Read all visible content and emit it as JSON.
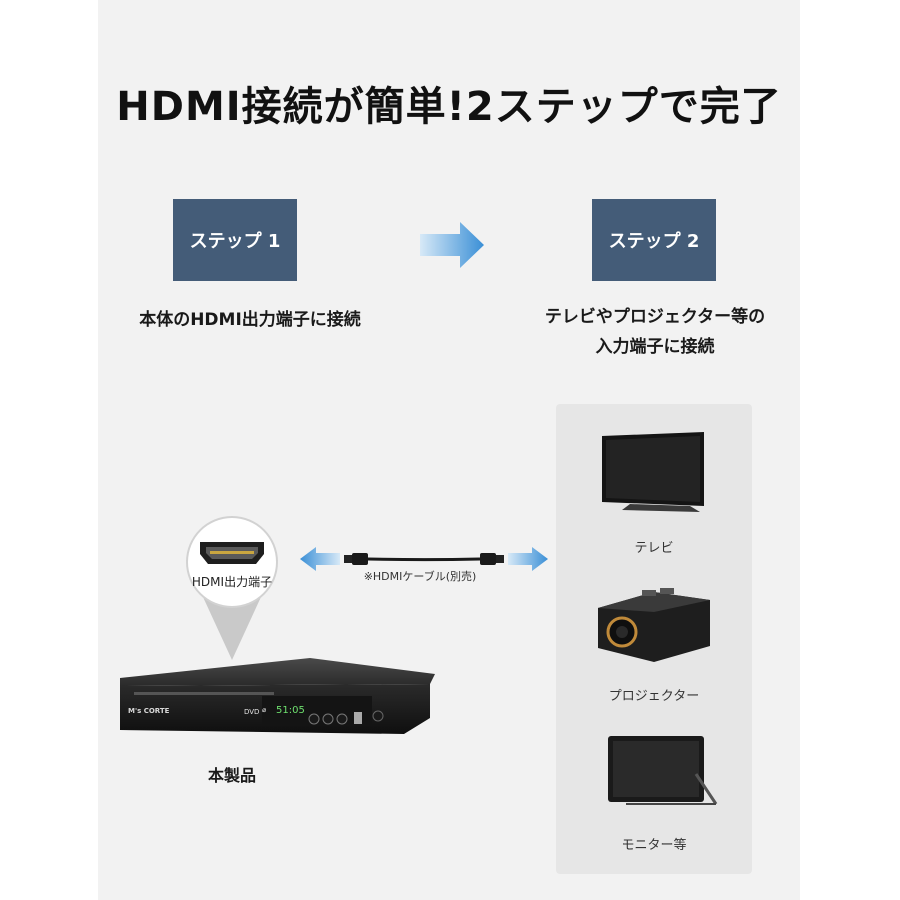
{
  "headline": "HDMI接続が簡単!2ステップで完了",
  "steps": [
    {
      "label": "ステップ 1",
      "description_lines": [
        "本体のHDMI出力端子に接続"
      ]
    },
    {
      "label": "ステップ 2",
      "description_lines": [
        "テレビやプロジェクター等の",
        "入力端子に接続"
      ]
    }
  ],
  "port_callout_label": "HDMI出力端子",
  "cable_note": "※HDMIケーブル(別売)",
  "product": {
    "label": "本製品",
    "brand": "M's CORTE",
    "display": "51:05"
  },
  "devices": [
    {
      "label": "テレビ",
      "icon": "tv-icon"
    },
    {
      "label": "プロジェクター",
      "icon": "projector-icon"
    },
    {
      "label": "モニター等",
      "icon": "monitor-icon"
    }
  ],
  "colors": {
    "step_box": "#445c78",
    "arrow": "#3a8fd6",
    "panel": "#f2f2f2",
    "device_panel": "#e6e6e6"
  }
}
